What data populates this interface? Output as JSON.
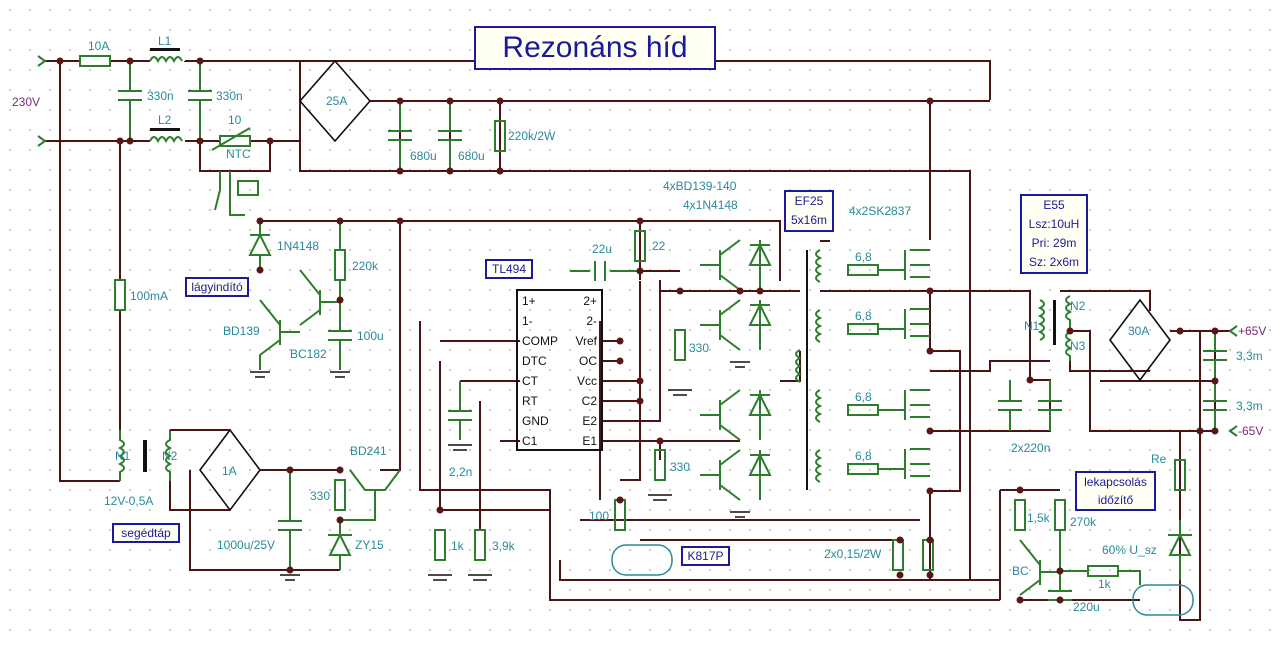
{
  "title": "Rezonáns híd",
  "mains": {
    "voltage": "230V",
    "fuse": "10A",
    "inductor_top": "L1",
    "inductor_bottom": "L2",
    "cap_x1": "330n",
    "cap_x2": "330n",
    "ntc_value": "10",
    "ntc_label": "NTC"
  },
  "rectifier": {
    "bridge": "25A",
    "cap1": "680u",
    "cap2": "680u",
    "bleeder": "220k/2W"
  },
  "softstart": {
    "box_label": "lágyindító",
    "diode": "1N4148",
    "resistor": "220k",
    "capacitor": "100u",
    "transistor1": "BD139",
    "transistor2": "BC182"
  },
  "aux_supply": {
    "fuse": "100mA",
    "winding1": "N1",
    "winding2": "N2",
    "transformer": "12V-0,5A",
    "box_label": "segédtáp",
    "bridge": "1A",
    "cap": "1000u/25V",
    "resistor": "330",
    "transistor": "BD241",
    "zener": "ZY15"
  },
  "controller": {
    "box_label": "TL494",
    "cap_ref": "22u",
    "res_vcc": "22",
    "ct_cap": "2,2n",
    "res1": "1k",
    "res2": "3,9k",
    "res_opto": "100",
    "opto": "K817P",
    "pins_left": [
      "1+",
      "1-",
      "COMP",
      "DTC",
      "CT",
      "RT",
      "GND",
      "C1"
    ],
    "pins_right": [
      "2+",
      "2-",
      "Vref",
      "OC",
      "Vcc",
      "C2",
      "E2",
      "E1"
    ]
  },
  "driver": {
    "transistors": "4xBD139-140",
    "diodes": "4x1N4148",
    "res_top": "330",
    "res_bottom": "330"
  },
  "gate_transformer": {
    "box_line1": "EF25",
    "box_line2": "5x16m"
  },
  "mosfets": {
    "label": "4x2SK2837",
    "gate_resistors": [
      "6,8",
      "6,8",
      "6,8",
      "6,8"
    ],
    "shunt": "2x0,15/2W"
  },
  "output": {
    "box_lines": [
      "E55",
      "Lsz:10uH",
      "Pri: 29m",
      "Sz: 2x6m"
    ],
    "w1": "N1",
    "w2": "N2",
    "w3": "N3",
    "bridge": "30A",
    "cap_top": "3,3m",
    "cap_bottom": "3,3m",
    "pos": "+65V",
    "neg": "-65V",
    "res_cap": "2x220n"
  },
  "shutdown": {
    "box_line1": "lekapcsolás",
    "box_line2": "időzítő",
    "res1": "1,5k",
    "res2": "270k",
    "transistor": "BC",
    "res3": "1k",
    "cap": "220u",
    "zener": "60% U_sz",
    "re": "Re"
  }
}
